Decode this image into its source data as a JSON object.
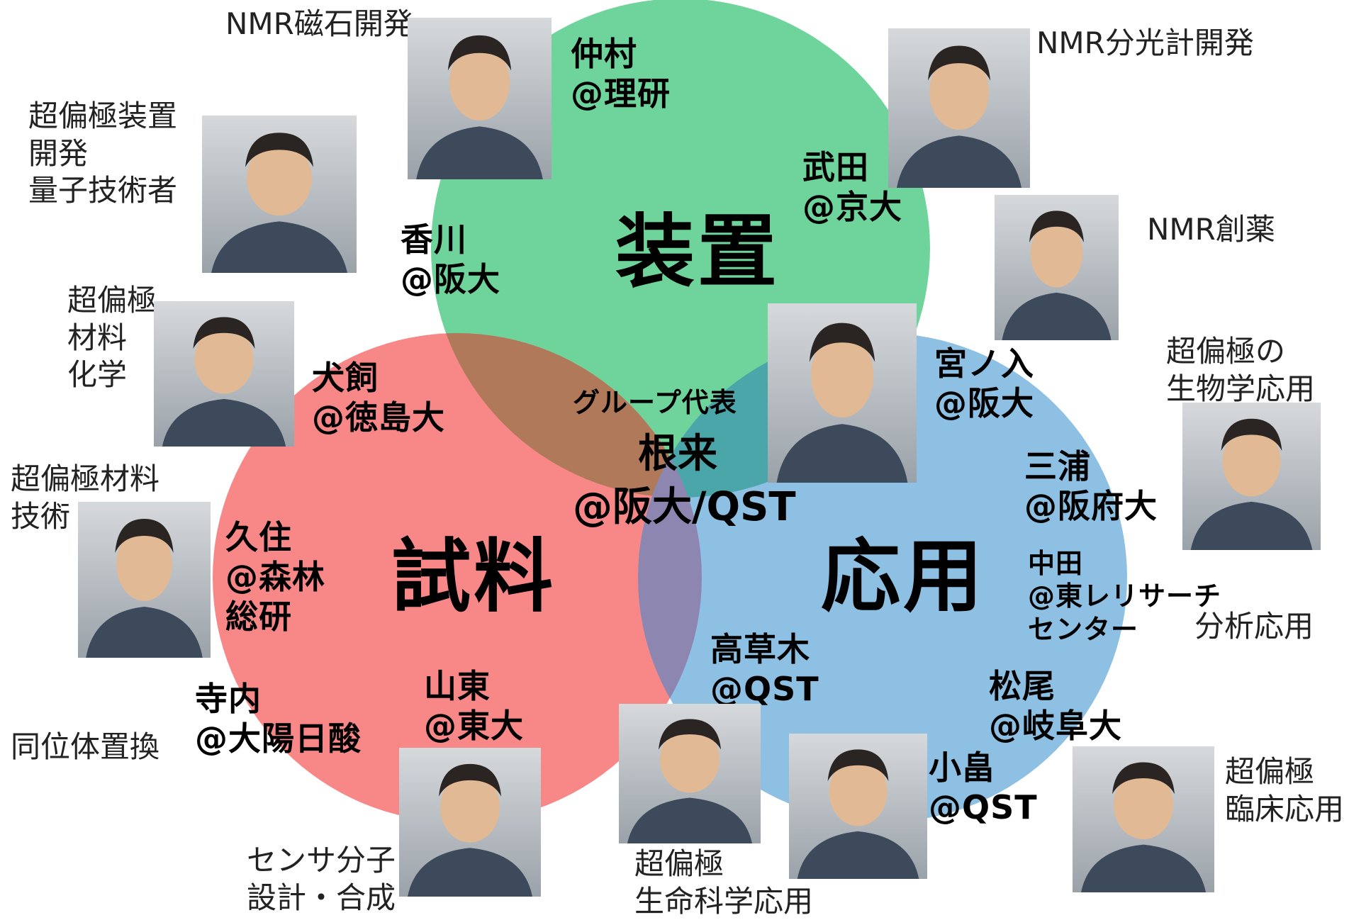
{
  "circles": {
    "device": {
      "label": "装置",
      "color": "#6fd49b"
    },
    "sample": {
      "label": "試料",
      "color": "#f88888"
    },
    "application": {
      "label": "応用",
      "color": "#8ec0e3"
    },
    "overlap_device_sample": "#b07a5a",
    "overlap_device_application": "#4aa6a8",
    "overlap_sample_application": "#8c86b0"
  },
  "leader": {
    "role": "グループ代表",
    "name": "根来",
    "affiliation": "@阪大/QST"
  },
  "members": [
    {
      "name": "仲村\n@理研",
      "role": "NMR磁石開発"
    },
    {
      "name": "武田\n@京大",
      "role": "NMR分光計開発"
    },
    {
      "name": "香川\n@阪大",
      "role": "超偏極装置\n開発\n量子技術者"
    },
    {
      "name": "宮ノ入\n@阪大",
      "role": "NMR創薬"
    },
    {
      "name": "犬飼\n@徳島大",
      "role": "超偏極\n材料\n化学"
    },
    {
      "name": "三浦\n@阪府大",
      "role": "超偏極の\n生物学応用"
    },
    {
      "name": "久住\n@森林\n総研",
      "role": "超偏極材料\n技術"
    },
    {
      "name": "中田\n@東レリサーチ\nセンター",
      "role": "分析応用"
    },
    {
      "name": "高草木\n@QST",
      "role": "超偏極\n生命科学応用"
    },
    {
      "name": "寺内\n@大陽日酸",
      "role": "同位体置換"
    },
    {
      "name": "山東\n@東大",
      "role": "センサ分子\n設計・合成"
    },
    {
      "name": "松尾\n@岐阜大",
      "role": "超偏極\n臨床応用"
    },
    {
      "name": "小畠\n@QST",
      "role": ""
    }
  ]
}
